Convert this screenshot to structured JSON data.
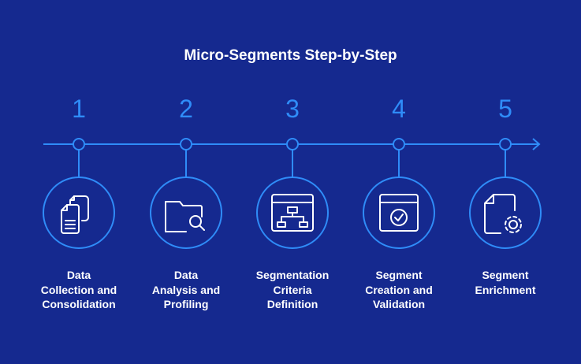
{
  "title": "Micro-Segments Step-by-Step",
  "colors": {
    "background": "#15298f",
    "accent": "#2f8cf8",
    "icon": "#ffffff"
  },
  "steps": [
    {
      "number": "1",
      "label_lines": [
        "Data",
        "Collection and",
        "Consolidation"
      ],
      "icon": "documents-icon"
    },
    {
      "number": "2",
      "label_lines": [
        "Data",
        "Analysis and",
        "Profiling"
      ],
      "icon": "folder-search-icon"
    },
    {
      "number": "3",
      "label_lines": [
        "Segmentation",
        "Criteria",
        "Definition"
      ],
      "icon": "flowchart-window-icon"
    },
    {
      "number": "4",
      "label_lines": [
        "Segment",
        "Creation and",
        "Validation"
      ],
      "icon": "check-window-icon"
    },
    {
      "number": "5",
      "label_lines": [
        "Segment",
        "Enrichment"
      ],
      "icon": "document-gear-icon"
    }
  ]
}
